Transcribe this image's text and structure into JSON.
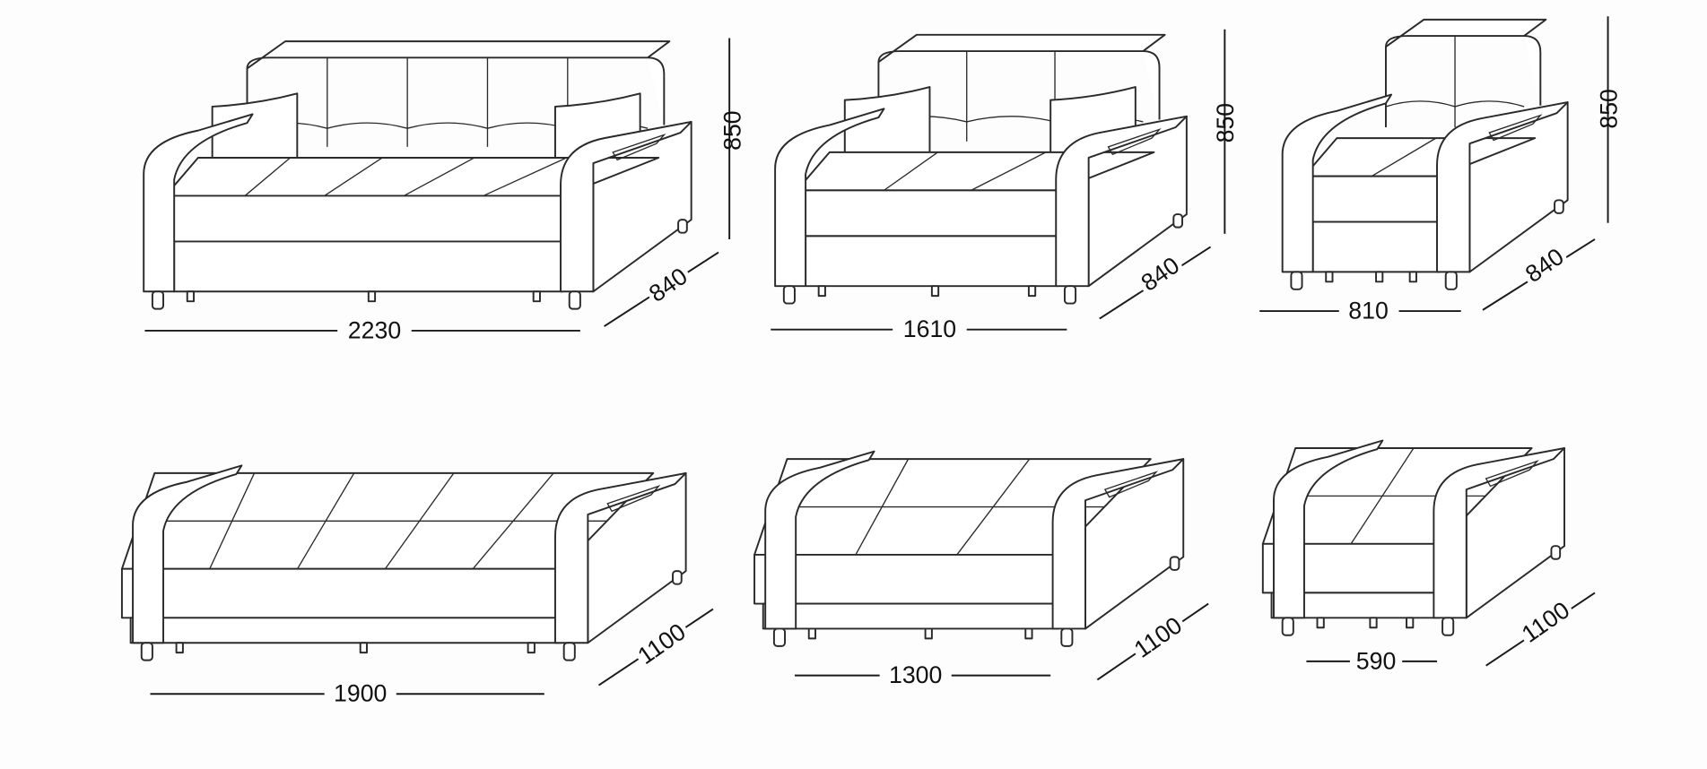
{
  "drawings": [
    {
      "name": "sofa-3-seat-closed",
      "width": "2230",
      "depth": "840",
      "height": "850"
    },
    {
      "name": "sofa-2-seat-closed",
      "width": "1610",
      "depth": "840",
      "height": "850"
    },
    {
      "name": "armchair-closed",
      "width": "810",
      "depth": "840",
      "height": "850"
    },
    {
      "name": "sofa-3-seat-opened",
      "width": "1900",
      "depth": "1100"
    },
    {
      "name": "sofa-2-seat-opened",
      "width": "1300",
      "depth": "1100"
    },
    {
      "name": "armchair-opened",
      "width": "590",
      "depth": "1100"
    }
  ]
}
